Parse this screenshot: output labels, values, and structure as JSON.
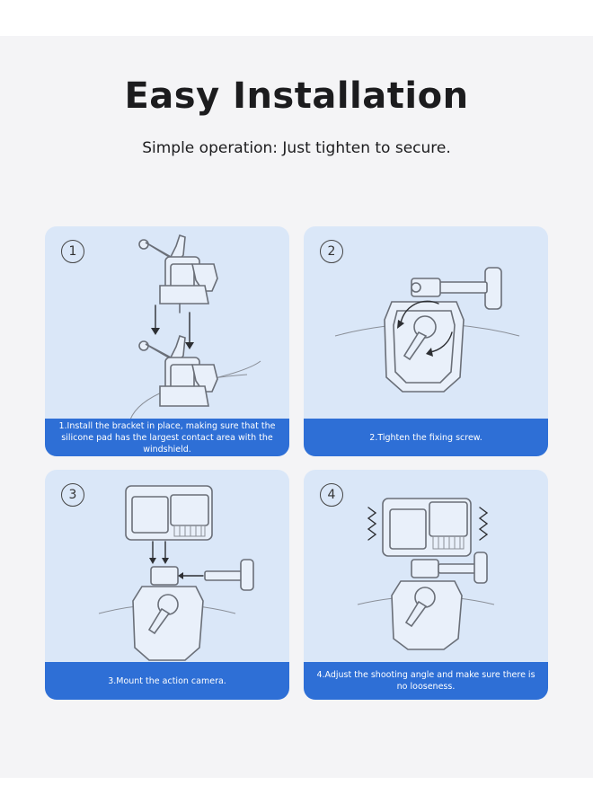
{
  "header": {
    "title": "Easy Installation",
    "subtitle": "Simple operation: Just tighten to secure."
  },
  "steps": [
    {
      "number": "1",
      "caption": "1.Install the bracket in place, making sure that the silicone pad has the largest contact area with the windshield."
    },
    {
      "number": "2",
      "caption": "2.Tighten the fixing screw."
    },
    {
      "number": "3",
      "caption": "3.Mount the action camera."
    },
    {
      "number": "4",
      "caption": "4.Adjust the shooting angle and make sure there is no looseness."
    }
  ],
  "colors": {
    "card_background": "#dae7f8",
    "caption_bar": "#2e6fd6",
    "page_panel": "#f4f4f6"
  }
}
